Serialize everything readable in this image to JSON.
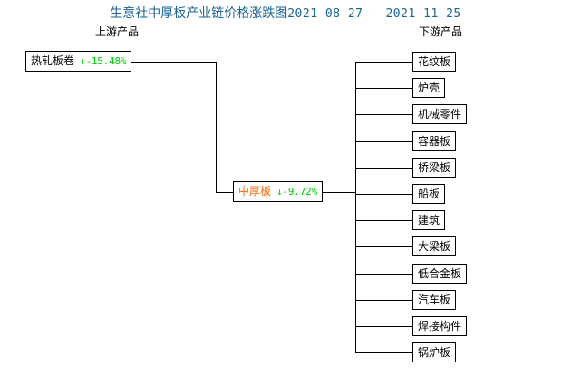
{
  "title": {
    "main": "生意社中厚板产业链价格涨跌图",
    "dates": "2021-08-27 - 2021-11-25",
    "color": "#1a6496"
  },
  "captions": {
    "upstream": "上游产品",
    "downstream": "下游产品"
  },
  "colors": {
    "title": "#1a6496",
    "center_node_text": "#ff6600",
    "percent_down": "#00cc00",
    "node_text": "#000000",
    "line": "#000000",
    "background": "#ffffff"
  },
  "chart_data": {
    "type": "diagram",
    "title": "生意社中厚板产业链价格涨跌图 2021-08-27 - 2021-11-25",
    "layout": "industry-chain tree: upstream -> center -> downstream",
    "center": {
      "label": "中厚板",
      "arrow": "↓",
      "change": "-9.72%",
      "direction": "down"
    },
    "upstream": [
      {
        "label": "热轧板卷",
        "arrow": "↓",
        "change": "-15.48%",
        "direction": "down"
      }
    ],
    "downstream": [
      {
        "label": "花纹板"
      },
      {
        "label": "炉壳"
      },
      {
        "label": "机械零件"
      },
      {
        "label": "容器板"
      },
      {
        "label": "桥梁板"
      },
      {
        "label": "船板"
      },
      {
        "label": "建筑"
      },
      {
        "label": "大梁板"
      },
      {
        "label": "低合金板"
      },
      {
        "label": "汽车板"
      },
      {
        "label": "焊接构件"
      },
      {
        "label": "锅炉板"
      }
    ]
  }
}
